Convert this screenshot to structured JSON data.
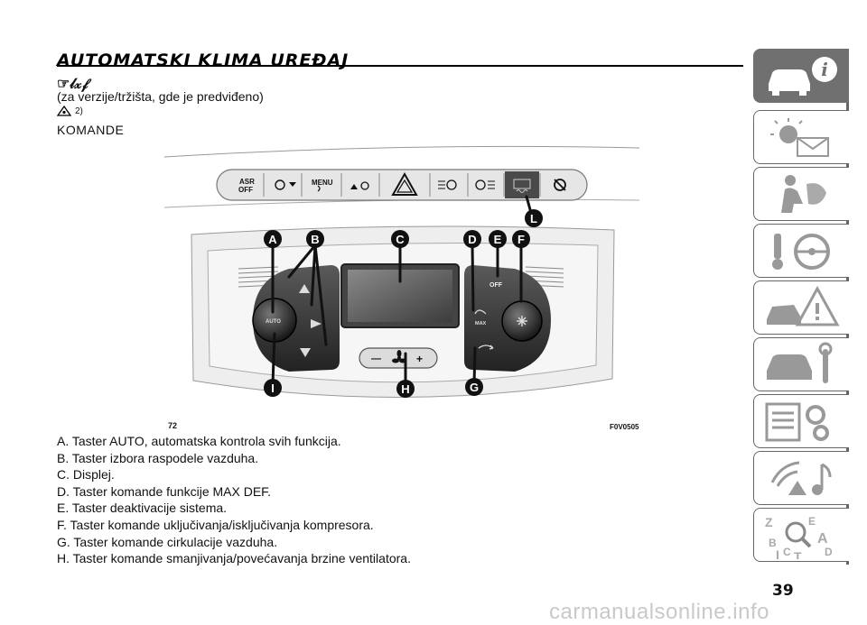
{
  "header": {
    "title": "AUTOMATSKI KLIMA UREĐAJ",
    "model_marks": "☞𝓁𝓍𝒻",
    "availability": "(za verzije/tržišta, gde je predviđeno)",
    "warning_ref": "2)",
    "section": "KOMANDE"
  },
  "figure": {
    "number": "72",
    "code": "F0V0505",
    "panel_buttons": [
      "ASR OFF",
      "MENU"
    ],
    "control_labels": {
      "auto": "AUTO",
      "off": "OFF",
      "max": "MAX",
      "fan_minus": "—",
      "fan_plus": "+"
    },
    "callouts": [
      "A",
      "B",
      "C",
      "D",
      "E",
      "F",
      "G",
      "H",
      "I",
      "L"
    ]
  },
  "legend": [
    "A. Taster AUTO, automatska kontrola svih funkcija.",
    "B. Taster izbora raspodele vazduha.",
    "C. Displej.",
    "D. Taster komande funkcije MAX DEF.",
    "E. Taster deaktivacije sistema.",
    "F. Taster komande uključivanja/isključivanja kompresora.",
    "G. Taster komande cirkulacije vazduha.",
    "H. Taster komande smanjivanja/povećavanja brzine ventilatora."
  ],
  "page_number": "39",
  "watermark": "carmanualsonline.info",
  "side_tabs": [
    {
      "icon": "car-info-icon",
      "active": true
    },
    {
      "icon": "warning-lights-icon",
      "active": false
    },
    {
      "icon": "safety-airbag-icon",
      "active": false
    },
    {
      "icon": "key-steering-icon",
      "active": false
    },
    {
      "icon": "emergency-icon",
      "active": false
    },
    {
      "icon": "maintenance-icon",
      "active": false
    },
    {
      "icon": "technical-data-icon",
      "active": false
    },
    {
      "icon": "multimedia-icon",
      "active": false
    },
    {
      "icon": "index-icon",
      "active": false
    }
  ],
  "colors": {
    "panel_dark": "#3a3a3a",
    "panel_light": "#d9d9d9",
    "callout": "#111111",
    "tab_active": "#707070"
  }
}
